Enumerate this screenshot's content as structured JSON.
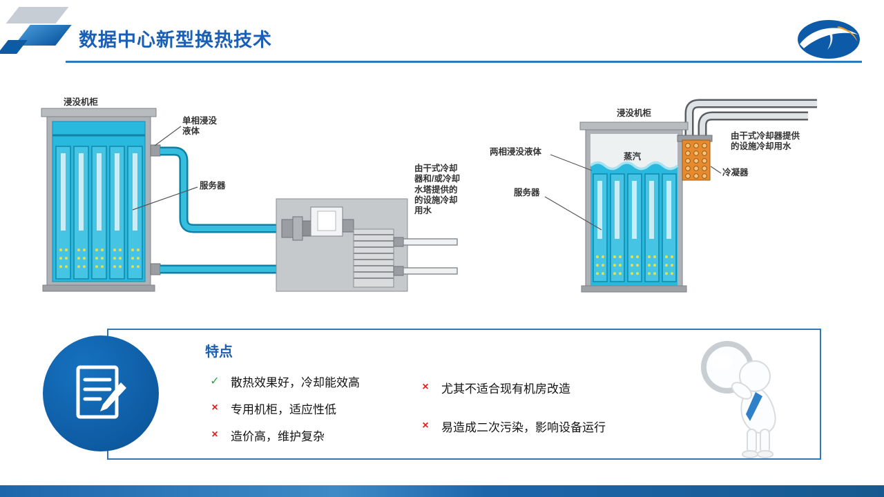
{
  "slide": {
    "title": "数据中心新型换热技术"
  },
  "colors": {
    "accent_blue": "#1a5fb4",
    "liquid_cyan": "#29b9de",
    "condenser_orange": "#e78a2e",
    "check_green": "#2ea03a",
    "cross_red": "#e01f1f"
  },
  "left_diagram": {
    "cabinet_label": "浸没机柜",
    "fluid_label": "单相浸没\n液体",
    "server_label": "服务器",
    "water_label": "由干式冷却\n器和/或冷却\n水塔提供的\n的设施冷却\n用水"
  },
  "right_diagram": {
    "fluid_label": "两相浸没液体",
    "server_label": "服务器",
    "cabinet_label": "浸没机柜",
    "vapor_label": "蒸汽",
    "condenser_label": "冷凝器",
    "water_label": "由干式冷却器提供\n的设施冷却用水"
  },
  "features": {
    "heading": "特点",
    "col1": [
      {
        "glyph": "✓",
        "type": "check",
        "text": "散热效果好，冷却能效高"
      },
      {
        "glyph": "×",
        "type": "cross",
        "text": "专用机柜，适应性低"
      },
      {
        "glyph": "×",
        "type": "cross",
        "text": "造价高，维护复杂"
      }
    ],
    "col2": [
      {
        "glyph": "×",
        "type": "cross",
        "text": "尤其不适合现有机房改造"
      },
      {
        "glyph": "×",
        "type": "cross",
        "text": "易造成二次污染，影响设备运行"
      }
    ]
  }
}
